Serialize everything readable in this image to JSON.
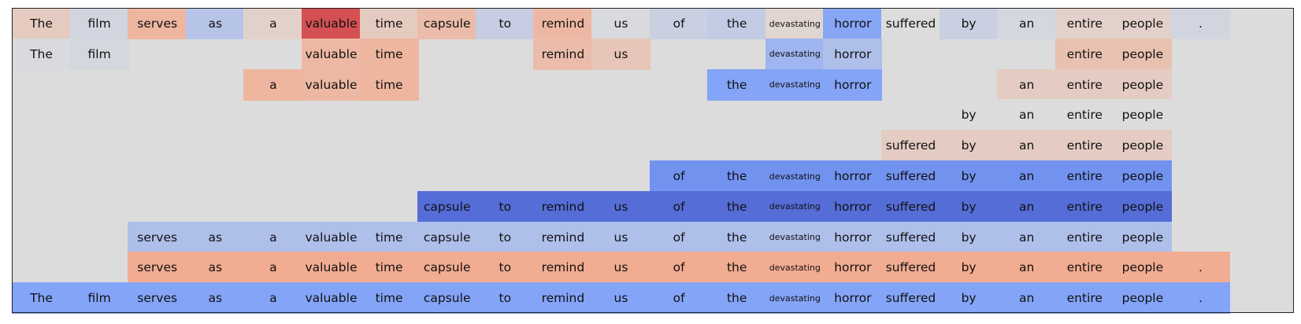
{
  "chart_data": {
    "type": "heatmap",
    "title": "",
    "xlabel": "",
    "ylabel": "",
    "colormap": "coolwarm",
    "empty_color": "#dcdcdc",
    "tokens": [
      "The",
      "film",
      "serves",
      "as",
      "a",
      "valuable",
      "time",
      "capsule",
      "to",
      "remind",
      "us",
      "of",
      "the",
      "devastating",
      "horror",
      "suffered",
      "by",
      "an",
      "entire",
      "people",
      "."
    ],
    "rows": [
      {
        "values": [
          0.58,
          0.47,
          0.67,
          0.4,
          0.55,
          0.88,
          0.58,
          0.64,
          0.44,
          0.66,
          0.49,
          0.45,
          0.43,
          0.53,
          0.28,
          0.5,
          0.45,
          0.48,
          0.55,
          0.55,
          0.47
        ]
      },
      {
        "values": [
          0.49,
          0.48,
          null,
          null,
          null,
          0.66,
          0.67,
          null,
          null,
          0.64,
          0.6,
          null,
          null,
          0.34,
          0.38,
          null,
          null,
          null,
          0.62,
          0.62,
          null
        ]
      },
      {
        "values": [
          null,
          null,
          null,
          null,
          0.67,
          0.66,
          0.67,
          null,
          null,
          null,
          null,
          null,
          0.27,
          0.27,
          0.27,
          null,
          null,
          0.57,
          0.57,
          0.57,
          null
        ]
      },
      {
        "values": [
          null,
          null,
          null,
          null,
          null,
          null,
          null,
          null,
          null,
          null,
          null,
          null,
          null,
          null,
          null,
          null,
          0.5,
          0.5,
          0.5,
          0.5,
          null
        ]
      },
      {
        "values": [
          null,
          null,
          null,
          null,
          null,
          null,
          null,
          null,
          null,
          null,
          null,
          null,
          null,
          null,
          null,
          0.57,
          0.57,
          0.57,
          0.57,
          0.57,
          null
        ]
      },
      {
        "values": [
          null,
          null,
          null,
          null,
          null,
          null,
          null,
          null,
          null,
          null,
          null,
          0.21,
          0.21,
          0.21,
          0.21,
          0.21,
          0.21,
          0.21,
          0.21,
          0.21,
          null
        ]
      },
      {
        "values": [
          null,
          null,
          null,
          null,
          null,
          null,
          null,
          0.1,
          0.1,
          0.1,
          0.1,
          0.1,
          0.1,
          0.1,
          0.1,
          0.1,
          0.1,
          0.1,
          0.1,
          0.1,
          null
        ]
      },
      {
        "values": [
          null,
          null,
          0.38,
          0.38,
          0.38,
          0.38,
          0.38,
          0.38,
          0.38,
          0.38,
          0.38,
          0.38,
          0.38,
          0.38,
          0.38,
          0.38,
          0.38,
          0.38,
          0.38,
          0.38,
          null
        ]
      },
      {
        "values": [
          null,
          null,
          0.71,
          0.71,
          0.71,
          0.71,
          0.71,
          0.71,
          0.71,
          0.71,
          0.71,
          0.71,
          0.71,
          0.71,
          0.71,
          0.71,
          0.71,
          0.71,
          0.71,
          0.71,
          0.71
        ]
      },
      {
        "values": [
          0.27,
          0.27,
          0.27,
          0.27,
          0.27,
          0.27,
          0.27,
          0.27,
          0.27,
          0.27,
          0.27,
          0.27,
          0.27,
          0.27,
          0.27,
          0.27,
          0.27,
          0.27,
          0.27,
          0.27,
          0.27
        ]
      }
    ]
  }
}
